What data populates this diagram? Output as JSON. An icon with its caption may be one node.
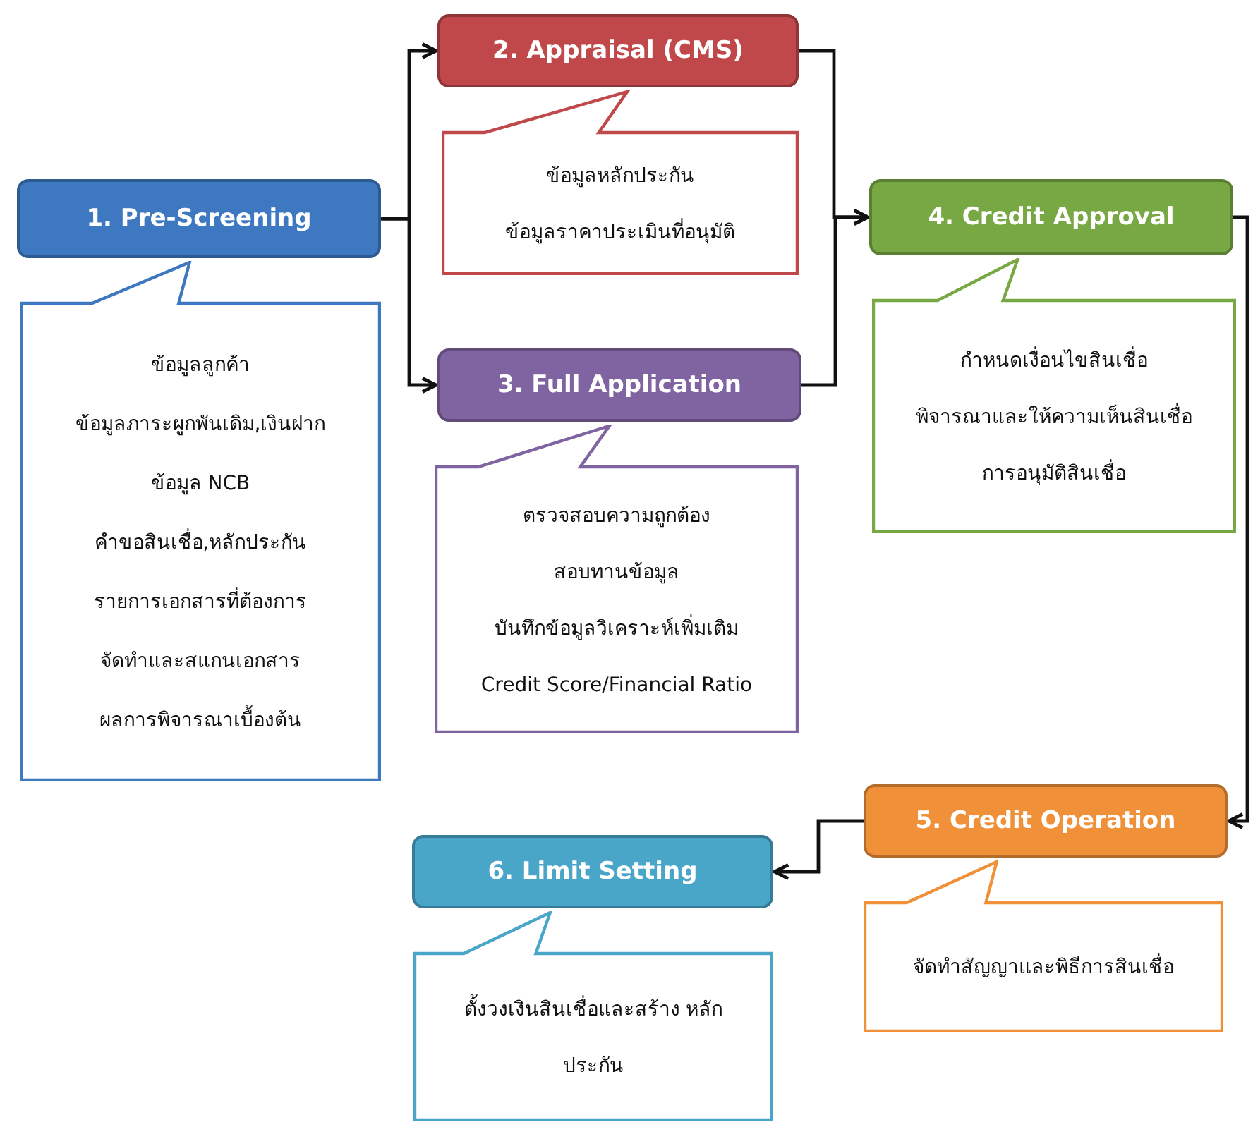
{
  "diagram": {
    "nodes": [
      {
        "text": [
          "1. Pre-Screening"
        ]
      },
      {
        "text": [
          "ข้อมูลลูกค้า",
          "ข้อมูลภาระผูกพันเดิม,เงินฝาก",
          "ข้อมูล NCB",
          "คำขอสินเชื่อ,หลักประกัน",
          "รายการเอกสารที่ต้องการ",
          "จัดทำและสแกนเอกสาร",
          "ผลการพิจารณาเบื้องต้น"
        ]
      },
      {
        "text": [
          "2. Appraisal (CMS)"
        ]
      },
      {
        "text": [
          "ข้อมูลหลักประกัน",
          "ข้อมูลราคาประเมินที่อนุมัติ"
        ]
      },
      {
        "text": [
          "3. Full Application"
        ]
      },
      {
        "text": [
          "ตรวจสอบความถูกต้อง",
          "สอบทานข้อมูล",
          "บันทึกข้อมูลวิเคราะห์เพิ่มเติม",
          "Credit Score/Financial Ratio"
        ]
      },
      {
        "text": [
          "4. Credit Approval"
        ]
      },
      {
        "text": [
          "กำหนดเงื่อนไขสินเชื่อ",
          "พิจารณาและให้ความเห็นสินเชื่อ",
          "การอนุมัติสินเชื่อ"
        ]
      },
      {
        "text": [
          "5. Credit Operation"
        ]
      },
      {
        "text": [
          "จัดทำสัญญาและพิธีการสินเชื่อ"
        ]
      },
      {
        "text": [
          "6. Limit Setting"
        ]
      },
      {
        "text": [
          "ตั้งวงเงินสินเชื่อและสร้าง หลักประกัน"
        ]
      }
    ],
    "edges": [
      {
        "from": 0,
        "to": 2,
        "arrow": "to"
      },
      {
        "from": 0,
        "to": 4,
        "arrow": "to"
      },
      {
        "from": 2,
        "to": 6,
        "arrow": "to"
      },
      {
        "from": 4,
        "to": 6,
        "arrow": "to"
      },
      {
        "from": 6,
        "to": 8,
        "arrow": "to"
      },
      {
        "from": 8,
        "to": 10,
        "arrow": "to"
      }
    ]
  }
}
